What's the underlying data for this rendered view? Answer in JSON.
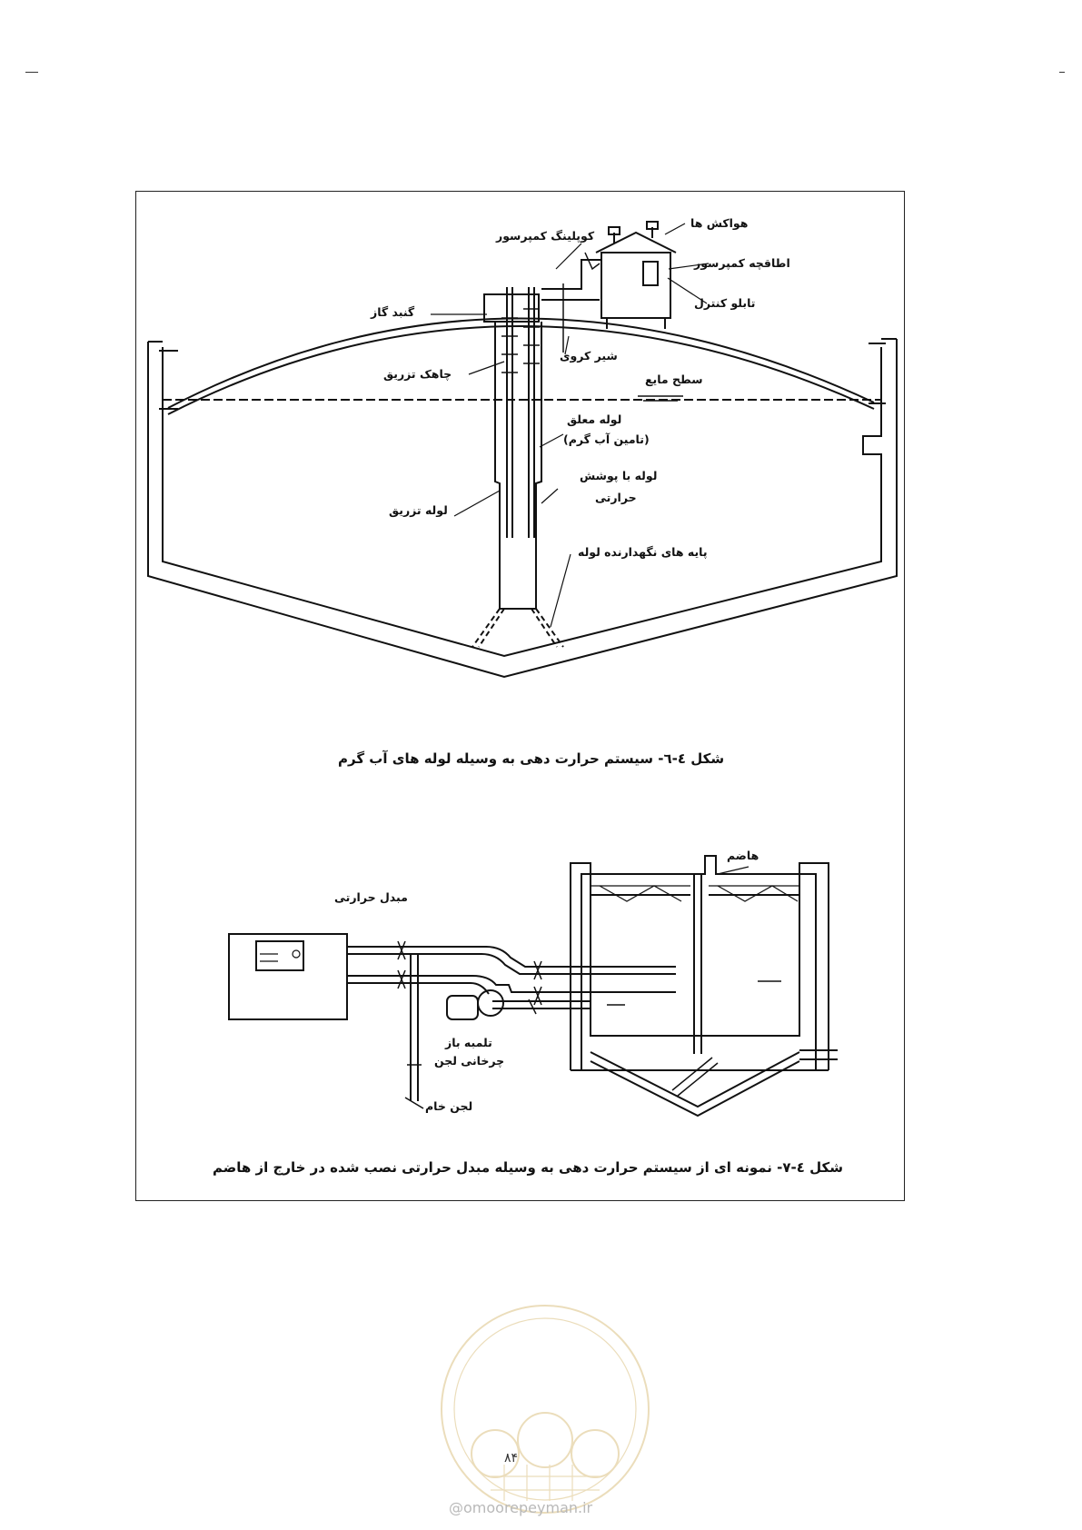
{
  "figure_1": {
    "labels": {
      "exhaust_fans": "هواکش ها",
      "compressor_coupling": "کوپلینگ کمپرسور",
      "compressor_room": "اطاقچه کمپرسور",
      "control_panel": "تابلو کنترل",
      "gas_dome": "گنبد گاز",
      "ball_valve": "شیر کروی",
      "injection_well": "چاهک تزریق",
      "liquid_level": "سطح مایع",
      "suspended_pipe_line1": "لوله معلق",
      "suspended_pipe_line2": "(تامین آب گرم)",
      "insulated_pipe_line1": "لوله با پوشش",
      "insulated_pipe_line2": "حرارتی",
      "injection_pipe": "لوله تزریق",
      "pipe_supports": "پایه های نگهدارنده لوله"
    },
    "caption": "شکل ٤-٦- سیستم حرارت دهی به وسیله لوله های آب گرم"
  },
  "figure_2": {
    "labels": {
      "digester": "هاضم",
      "heat_exchanger": "مبدل حرارتی",
      "pump_line1": "تلمبه باز",
      "pump_line2": "چرخانی لجن",
      "raw_sludge": "لجن خام"
    },
    "caption": "شکل ٤-٧- نمونه ای از سیستم حرارت دهی به وسیله مبدل حرارتی نصب شده در خارج از هاضم"
  },
  "footer": {
    "page_number": "۸۴",
    "website": "omoorepeyman.ir",
    "watermark_logo": "امور پیمان"
  }
}
